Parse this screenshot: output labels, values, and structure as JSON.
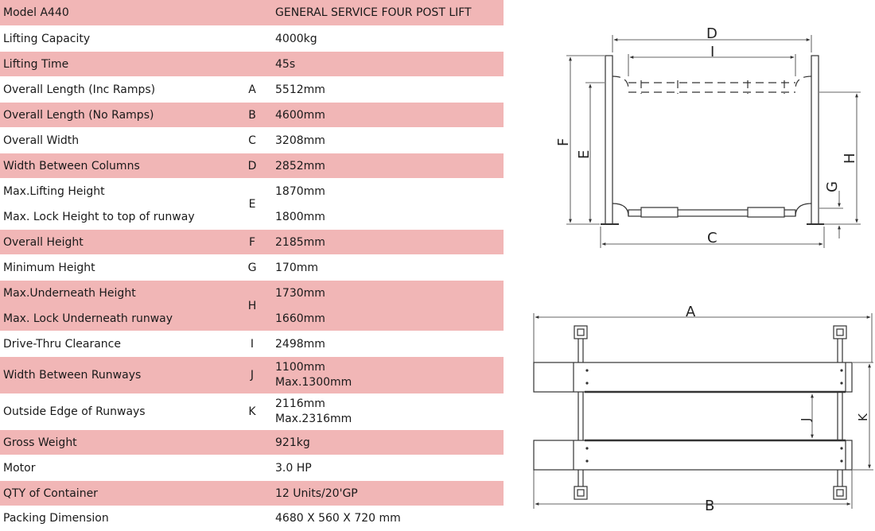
{
  "header": {
    "model": "Model A440",
    "product": "GENERAL SERVICE FOUR POST LIFT"
  },
  "rows": [
    {
      "label": "Lifting Capacity",
      "letter": "",
      "value": "4000kg"
    },
    {
      "label": "Lifting Time",
      "letter": "",
      "value": "45s"
    },
    {
      "label": "Overall Length (Inc Ramps)",
      "letter": "A",
      "value": "5512mm"
    },
    {
      "label": "Overall Length (No Ramps)",
      "letter": "B",
      "value": "4600mm"
    },
    {
      "label": "Overall Width",
      "letter": "C",
      "value": "3208mm"
    },
    {
      "label": "Width Between Columns",
      "letter": "D",
      "value": "2852mm"
    },
    {
      "label": "Max.Lifting Height",
      "label2": "Max. Lock Height to top of runway",
      "letter": "E",
      "value": "1870mm",
      "value2": "1800mm"
    },
    {
      "label": "Overall Height",
      "letter": "F",
      "value": "2185mm"
    },
    {
      "label": "Minimum Height",
      "letter": "G",
      "value": "170mm"
    },
    {
      "label": "Max.Underneath Height",
      "label2": "Max. Lock Underneath runway",
      "letter": "H",
      "value": "1730mm",
      "value2": "1660mm"
    },
    {
      "label": "Drive-Thru  Clearance",
      "letter": "I",
      "value": "2498mm"
    },
    {
      "label": "Width Between Runways",
      "letter": "J",
      "value": "1100mm",
      "value2": "Max.1300mm"
    },
    {
      "label": "Outside  Edge of Runways",
      "letter": "K",
      "value": "2116mm",
      "value2": "Max.2316mm"
    },
    {
      "label": "Gross Weight",
      "letter": "",
      "value": "921kg"
    },
    {
      "label": "Motor",
      "letter": "",
      "value": "3.0 HP"
    },
    {
      "label": "QTY of Container",
      "letter": "",
      "value": "12 Units/20'GP"
    },
    {
      "label": "Packing Dimension",
      "letter": "",
      "value": "4680 X 560 X 720 mm"
    }
  ],
  "diagram_labels": {
    "A": "A",
    "B": "B",
    "C": "C",
    "D": "D",
    "E": "E",
    "F": "F",
    "G": "G",
    "H": "H",
    "I": "I",
    "J": "J",
    "K": "K"
  },
  "colors": {
    "row_pink": "#f1b6b6",
    "row_white": "#ffffff",
    "line": "#333333"
  }
}
